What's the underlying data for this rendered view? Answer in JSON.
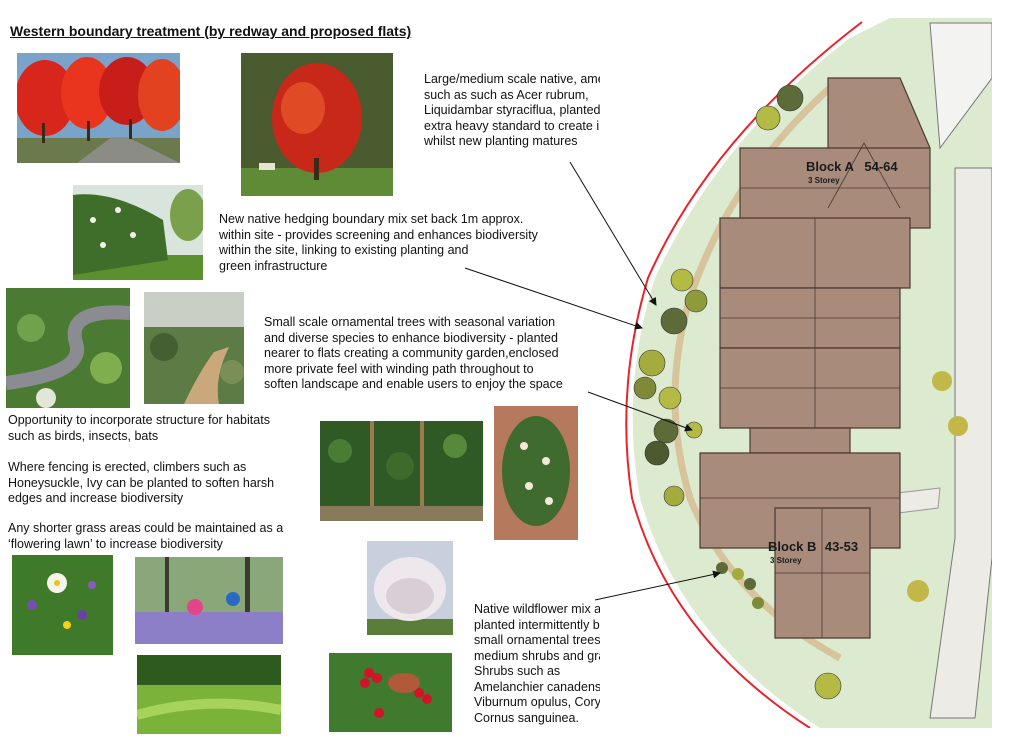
{
  "title": "Western boundary treatment (by redway and proposed flats)",
  "notes": {
    "trees": "Large/medium scale native, amenity trees\nsuch as such as Acer rubrum,\nLiquidambar styraciflua, planted as\nextra heavy standard to create impact\nwhilst new planting matures",
    "hedging": "New native hedging boundary mix set back 1m approx.\nwithin site - provides screening and enhances biodiversity\nwithin the site, linking to existing planting and\ngreen infrastructure",
    "ornamental": "Small scale ornamental trees with seasonal variation\nand diverse species to enhance biodiversity - planted\nnearer to flats creating a community garden,enclosed\nmore private feel with winding path throughout to\nsoften landscape and enable users to enjoy the space",
    "habitats": "Opportunity to incorporate structure for habitats\nsuch as birds, insects, bats",
    "fencing": "Where fencing is erected, climbers such as\nHoneysuckle, Ivy can be planted to soften harsh\nedges and increase biodiversity",
    "lawn": "Any shorter grass areas could be maintained as a\n‘flowering lawn’ to increase biodiversity",
    "wildflower": "Native wildflower mix and bulbs\nplanted intermittently between\nsmall ornamental trees and large/\nmedium shrubs and grassed areas\nShrubs such as\nAmelanchier canadensis,\nViburnum opulus, Corylus avellana,\nCornus sanguinea."
  },
  "blocks": {
    "a": {
      "name": "Block A",
      "units": "54-64",
      "storeys": "3 Storey"
    },
    "b": {
      "name": "Block B",
      "units": "43-53",
      "storeys": "3 Storey"
    }
  },
  "colors": {
    "boundary": "#e8232b",
    "roof": "#a98b7c",
    "grass": "#d3e6c6",
    "path": "#d8c49c"
  }
}
